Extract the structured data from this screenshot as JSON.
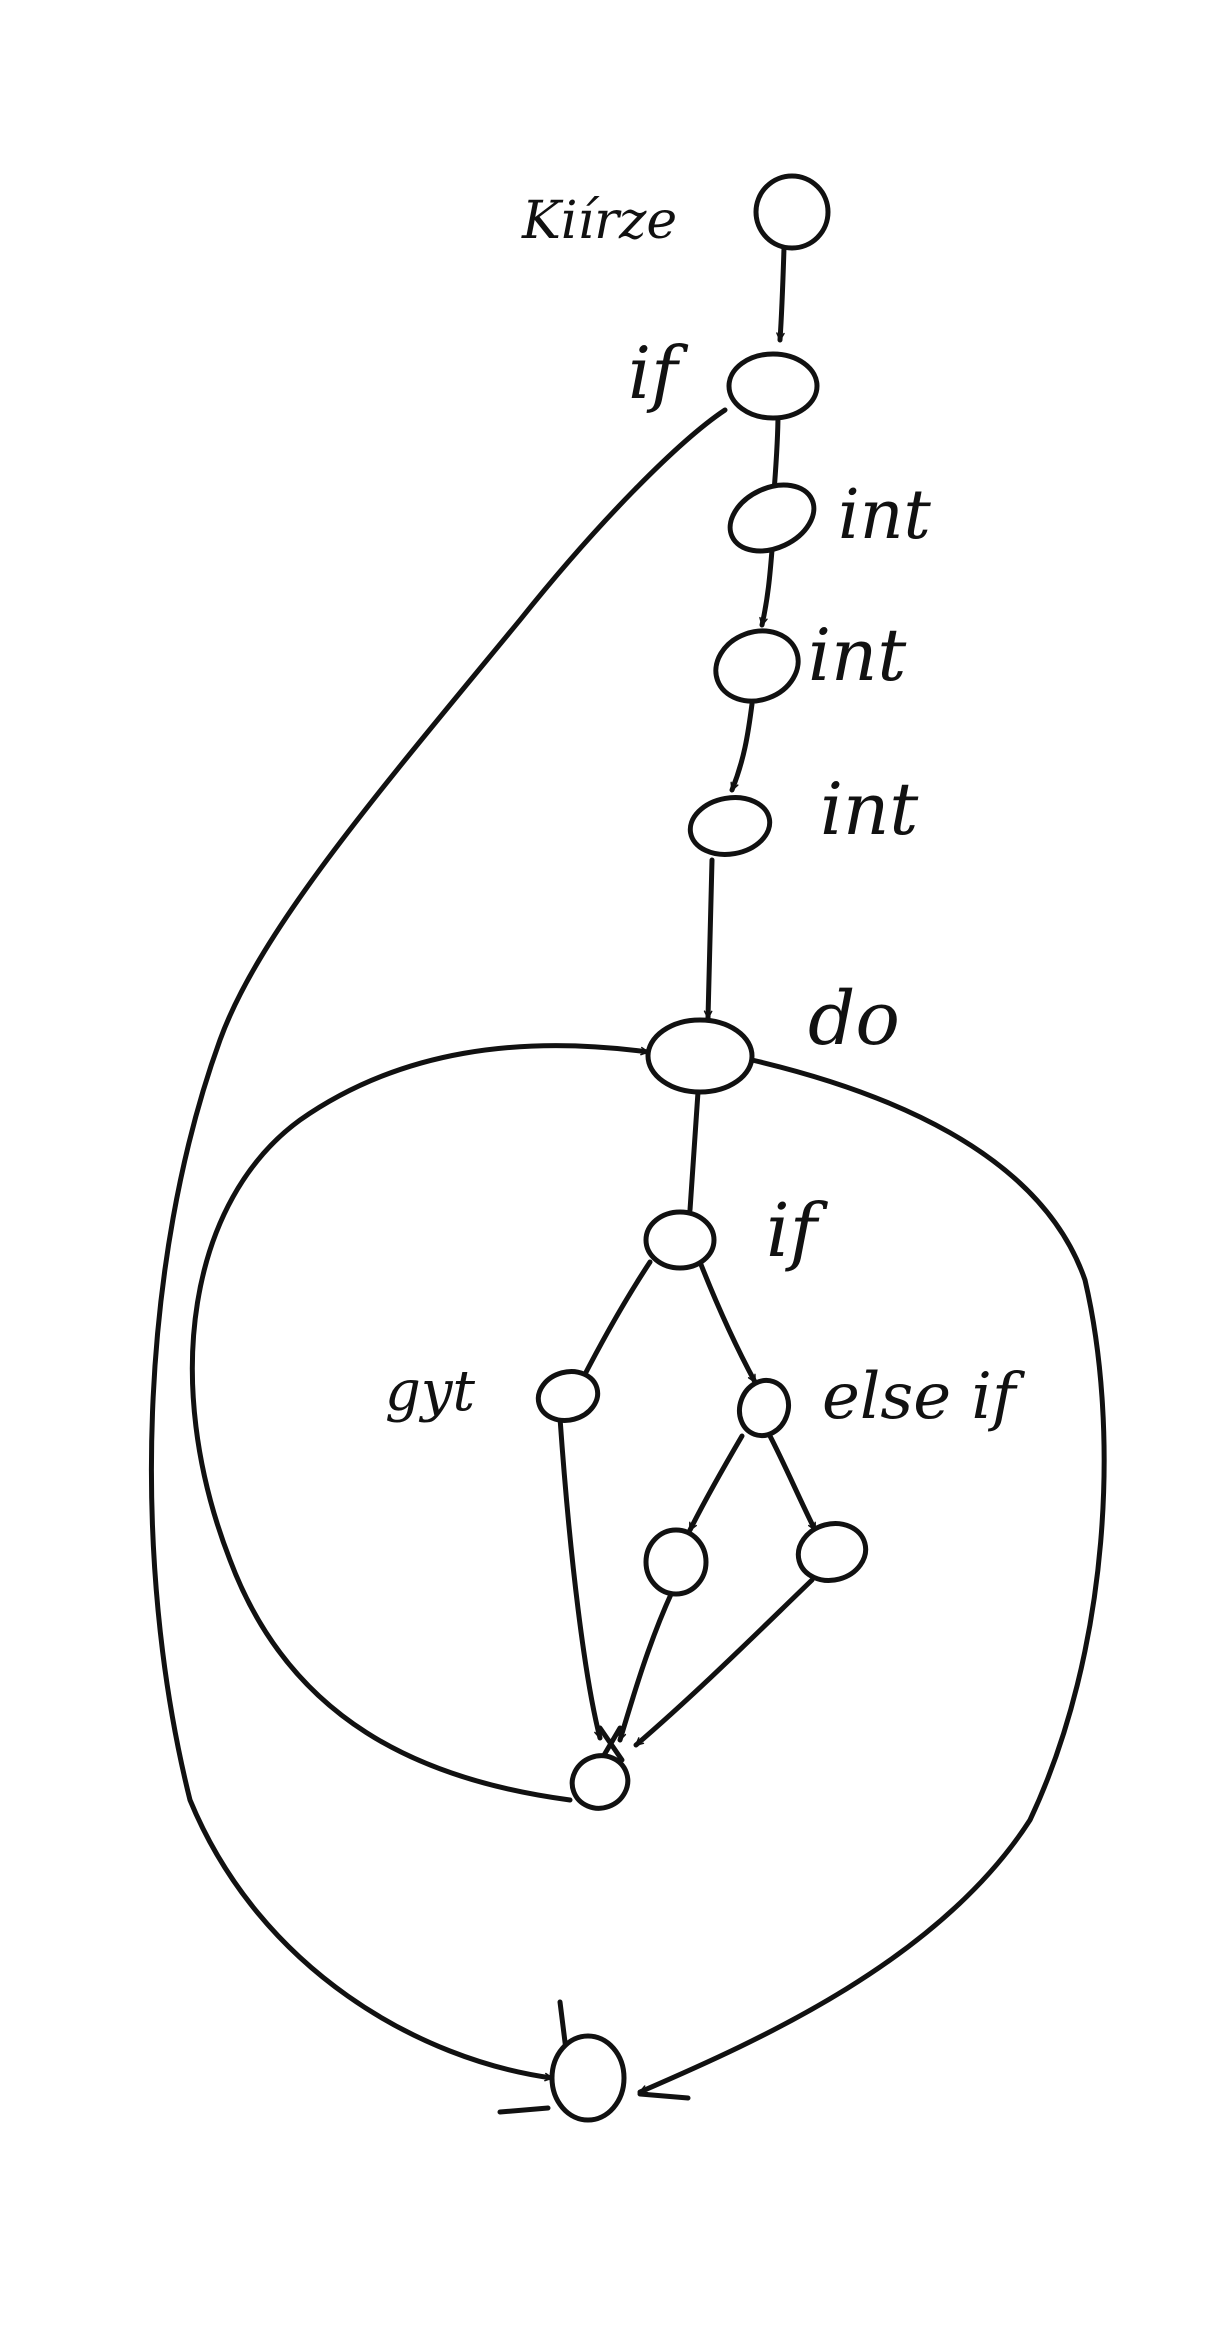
{
  "diagram": {
    "labels": {
      "start": "Kiírze",
      "if_top": "if",
      "int_1": "int",
      "int_2": "int",
      "int_3": "int",
      "do": "do",
      "if_inner": "if",
      "gyt": "gyt",
      "else_if": "else if"
    },
    "colors": {
      "ink": "#111111",
      "paper": "#ffffff"
    }
  }
}
